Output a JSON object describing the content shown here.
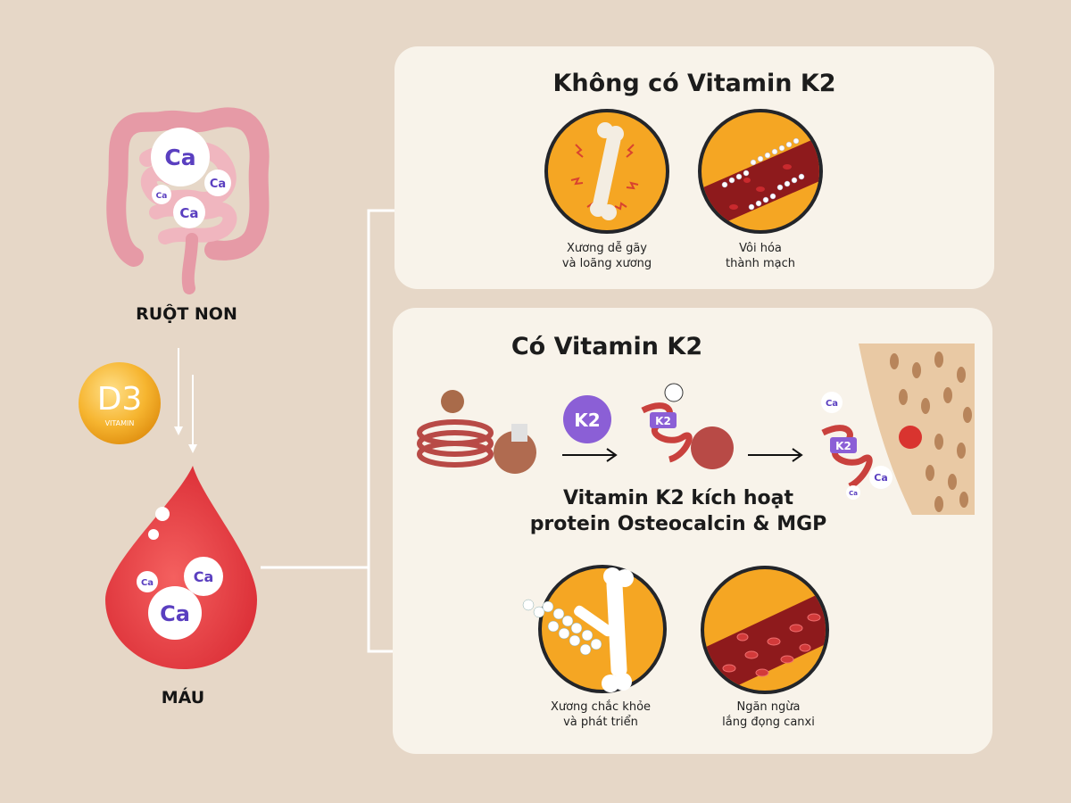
{
  "intestine": {
    "label": "RUỘT NON",
    "ca_symbol": "Ca"
  },
  "vitamin_d3": {
    "main": "D3",
    "sub": "VITAMIN"
  },
  "blood": {
    "label": "MÁU"
  },
  "without_k2": {
    "title": "Không có Vitamin K2",
    "items": [
      {
        "caption": "Xương dễ gãy\nvà loãng xương"
      },
      {
        "caption": "Vôi hóa\nthành mạch"
      }
    ]
  },
  "with_k2": {
    "title": "Có Vitamin K2",
    "k2_badge": "K2",
    "activation_text": "Vitamin K2 kích hoạt\nprotein Osteocalcin & MGP",
    "items": [
      {
        "caption": "Xương chắc khỏe\nvà phát triển"
      },
      {
        "caption": "Ngăn ngừa\nlắng đọng canxi"
      }
    ]
  },
  "colors": {
    "background": "#e6d7c7",
    "panel": "#f8f3ea",
    "orange": "#f5a623",
    "blood_red": "#e53a3f",
    "vessel": "#8e1a1c",
    "ca_text": "#5a3fc0",
    "k2_purple": "#8b5fd6"
  }
}
